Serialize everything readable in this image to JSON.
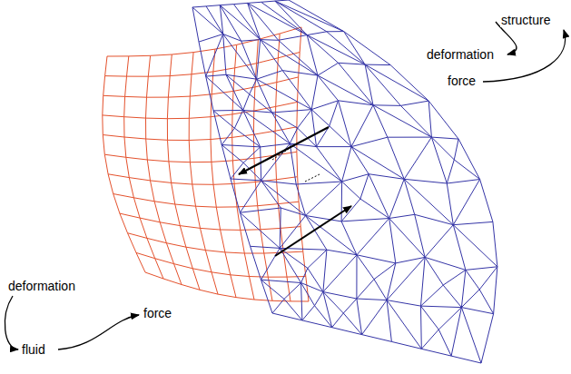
{
  "diagram": {
    "labels": [
      "structure",
      "deformation",
      "force",
      "deformation",
      "force",
      "fluid"
    ]
  }
}
